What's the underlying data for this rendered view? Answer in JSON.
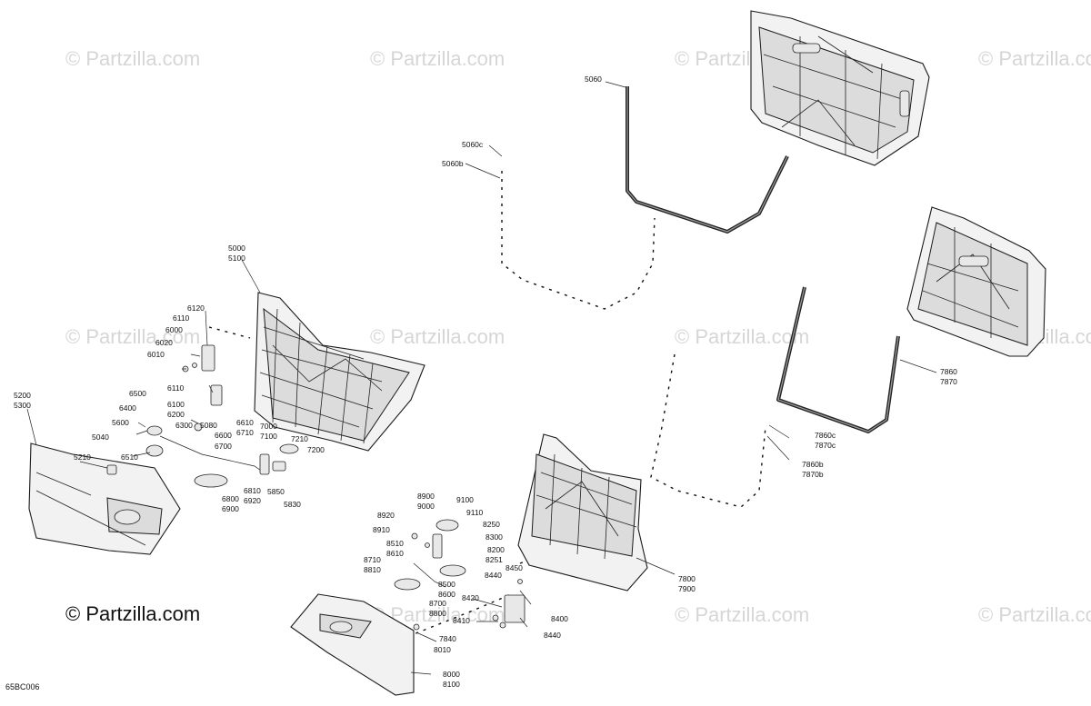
{
  "watermark": "© Partzilla.com",
  "copyright": "© Partzilla.com",
  "diagram_code": "65BC006",
  "labels": {
    "l5060": "5060",
    "l5060c": "5060c",
    "l5060b": "5060b",
    "l5000": "5000",
    "l5100": "5100",
    "l6120": "6120",
    "l6110a": "6110",
    "l6000": "6000",
    "l6020": "6020",
    "l6010": "6010",
    "l6110b": "6110",
    "l6100": "6100",
    "l6200": "6200",
    "l6300": "6300",
    "l6500": "6500",
    "l6400": "6400",
    "l5600": "5600",
    "l5040": "5040",
    "l5210": "5210",
    "l6510": "6510",
    "l5200": "5200",
    "l5300": "5300",
    "l5080": "5080",
    "l6600": "6600",
    "l6700": "6700",
    "l6610": "6610",
    "l6710": "6710",
    "l7000": "7000",
    "l7100": "7100",
    "l7210": "7210",
    "l7200": "7200",
    "l5850": "5850",
    "l5830": "5830",
    "l6810": "6810",
    "l6920": "6920",
    "l6800": "6800",
    "l6900": "6900",
    "l7860": "7860",
    "l7870": "7870",
    "l7860c": "7860c",
    "l7870c": "7870c",
    "l7860b": "7860b",
    "l7870b": "7870b",
    "l7800": "7800",
    "l7900": "7900",
    "l8900": "8900",
    "l9000": "9000",
    "l8920": "8920",
    "l9100": "9100",
    "l9110": "9110",
    "l8910": "8910",
    "l8250": "8250",
    "l8510": "8510",
    "l8610": "8610",
    "l8300": "8300",
    "l8200": "8200",
    "l8710": "8710",
    "l8810": "8810",
    "l8251": "8251",
    "l8450": "8450",
    "l8440a": "8440",
    "l8500": "8500",
    "l8600": "8600",
    "l8700": "8700",
    "l8800": "8800",
    "l8420": "8420",
    "l8410": "8410",
    "l8400": "8400",
    "l8440b": "8440",
    "l7840": "7840",
    "l8010": "8010",
    "l8000": "8000",
    "l8100": "8100"
  }
}
